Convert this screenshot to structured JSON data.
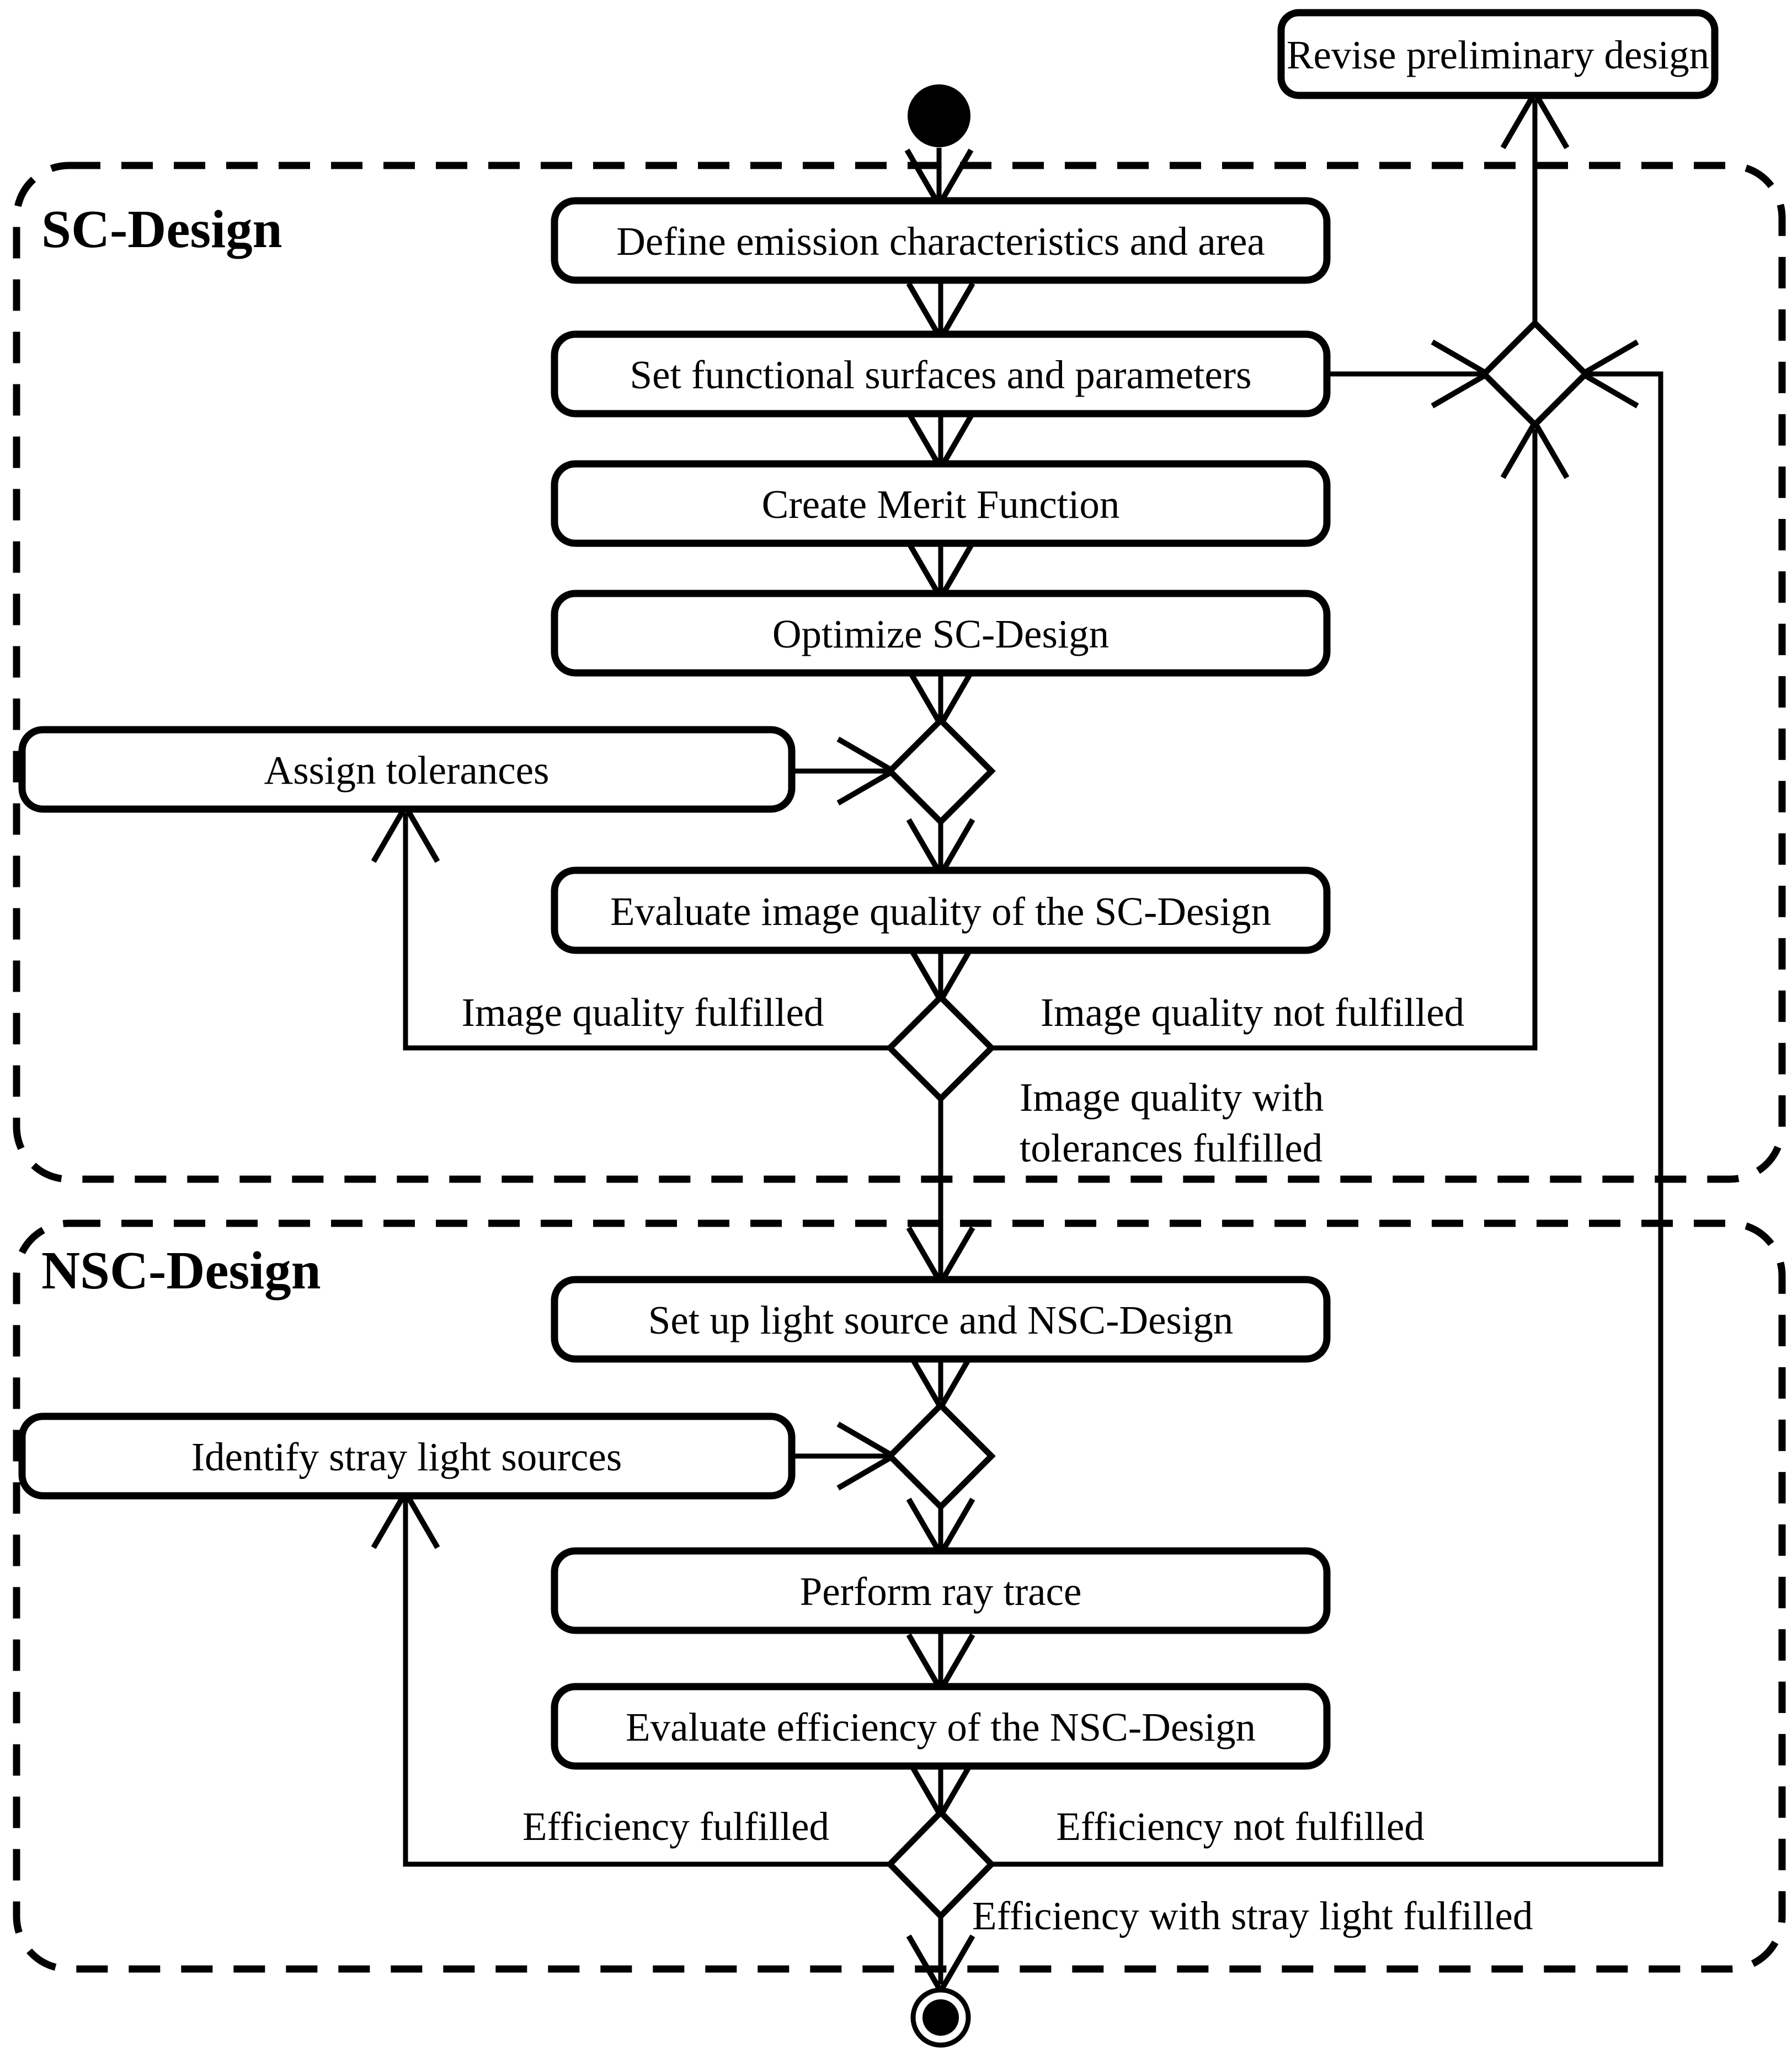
{
  "colors": {
    "ink": "#000000",
    "paper": "#ffffff"
  },
  "regions": {
    "sc": {
      "title": "SC-Design"
    },
    "nsc": {
      "title": "NSC-Design"
    }
  },
  "nodes": {
    "revise": "Revise preliminary design",
    "define": "Define emission characteristics and area",
    "surfaces": "Set functional surfaces and parameters",
    "merit": "Create Merit Function",
    "optimize": "Optimize SC-Design",
    "tolerances": "Assign tolerances",
    "eval_iq": "Evaluate image quality of the SC-Design",
    "setup": "Set up light source and NSC-Design",
    "identify": "Identify stray light sources",
    "raytrace": "Perform ray trace",
    "eval_eff": "Evaluate efficiency of the NSC-Design"
  },
  "edge_labels": {
    "iq_ok": "Image quality fulfilled",
    "iq_not": "Image quality not fulfilled",
    "iq_tol_line1": "Image quality with",
    "iq_tol_line2": "tolerances fulfilled",
    "eff_ok": "Efficiency fulfilled",
    "eff_not": "Efficiency not fulfilled",
    "eff_stray": "Efficiency with stray light fulfilled"
  }
}
